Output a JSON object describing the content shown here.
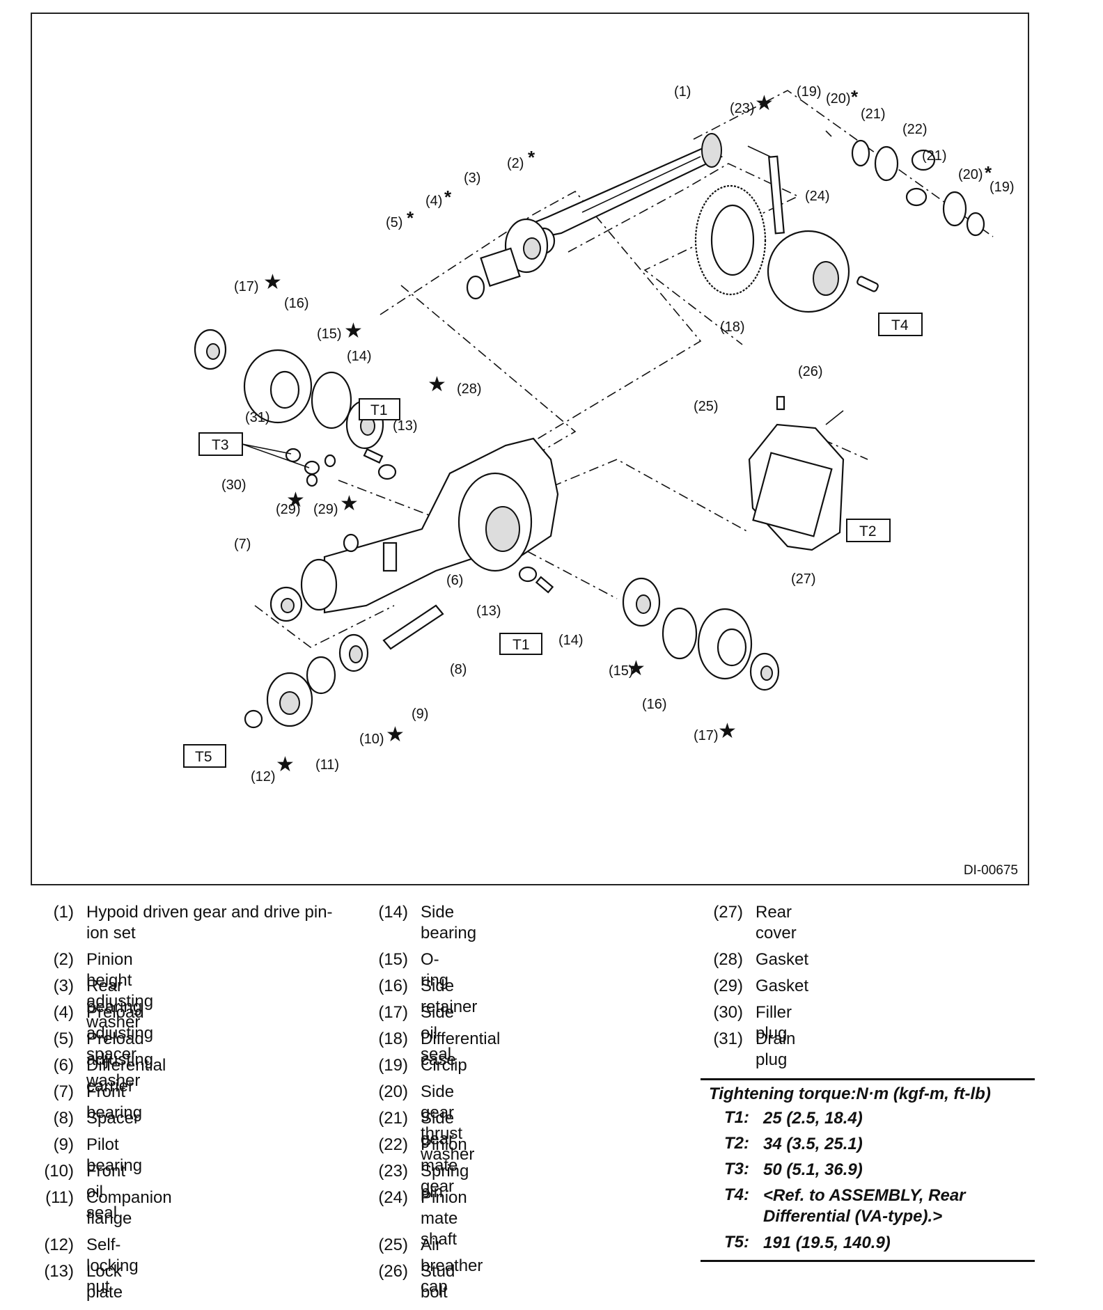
{
  "figure_id": "DI-00675",
  "diagram": {
    "callouts": [
      "(1)",
      "(2)",
      "(3)",
      "(4)",
      "(5)",
      "(6)",
      "(7)",
      "(8)",
      "(9)",
      "(10)",
      "(11)",
      "(12)",
      "(13)",
      "(14)",
      "(15)",
      "(16)",
      "(17)",
      "(18)",
      "(19)",
      "(20)",
      "(21)",
      "(22)",
      "(23)",
      "(24)",
      "(25)",
      "(26)",
      "(27)",
      "(28)",
      "(29)",
      "(30)",
      "(31)"
    ],
    "torque_boxes": [
      "T1",
      "T2",
      "T3",
      "T4",
      "T5"
    ]
  },
  "legend": [
    {
      "num": "(1)",
      "text": "Hypoid driven gear and drive pin-ion set"
    },
    {
      "num": "(2)",
      "text": "Pinion height adjusting washer"
    },
    {
      "num": "(3)",
      "text": "Rear bearing"
    },
    {
      "num": "(4)",
      "text": "Preload adjusting spacer"
    },
    {
      "num": "(5)",
      "text": "Preload adjusting washer"
    },
    {
      "num": "(6)",
      "text": "Differential carrier"
    },
    {
      "num": "(7)",
      "text": "Front bearing"
    },
    {
      "num": "(8)",
      "text": "Spacer"
    },
    {
      "num": "(9)",
      "text": "Pilot bearing"
    },
    {
      "num": "(10)",
      "text": "Front oil seal"
    },
    {
      "num": "(11)",
      "text": "Companion flange"
    },
    {
      "num": "(12)",
      "text": "Self-locking nut"
    },
    {
      "num": "(13)",
      "text": "Lock plate"
    },
    {
      "num": "(14)",
      "text": "Side bearing"
    },
    {
      "num": "(15)",
      "text": "O-ring"
    },
    {
      "num": "(16)",
      "text": "Side retainer"
    },
    {
      "num": "(17)",
      "text": "Side oil seal"
    },
    {
      "num": "(18)",
      "text": "Differential case"
    },
    {
      "num": "(19)",
      "text": "Circlip"
    },
    {
      "num": "(20)",
      "text": "Side gear thrust washer"
    },
    {
      "num": "(21)",
      "text": "Side gear"
    },
    {
      "num": "(22)",
      "text": "Pinion mate gear"
    },
    {
      "num": "(23)",
      "text": "Spring pin"
    },
    {
      "num": "(24)",
      "text": "Pinion mate shaft"
    },
    {
      "num": "(25)",
      "text": "Air breather cap"
    },
    {
      "num": "(26)",
      "text": "Stud bolt"
    },
    {
      "num": "(27)",
      "text": "Rear cover"
    },
    {
      "num": "(28)",
      "text": "Gasket"
    },
    {
      "num": "(29)",
      "text": "Gasket"
    },
    {
      "num": "(30)",
      "text": "Filler plug"
    },
    {
      "num": "(31)",
      "text": "Drain plug"
    }
  ],
  "torque": {
    "title": "Tightening torque:N·m (kgf-m, ft-lb)",
    "items": [
      {
        "key": "T1:",
        "value": "25 (2.5, 18.4)"
      },
      {
        "key": "T2:",
        "value": "34 (3.5, 25.1)"
      },
      {
        "key": "T3:",
        "value": "50 (5.1, 36.9)"
      },
      {
        "key": "T4:",
        "value": "<Ref. to ASSEMBLY, Rear Differential (VA-type).>"
      },
      {
        "key": "T5:",
        "value": "191 (19.5, 140.9)"
      }
    ]
  }
}
